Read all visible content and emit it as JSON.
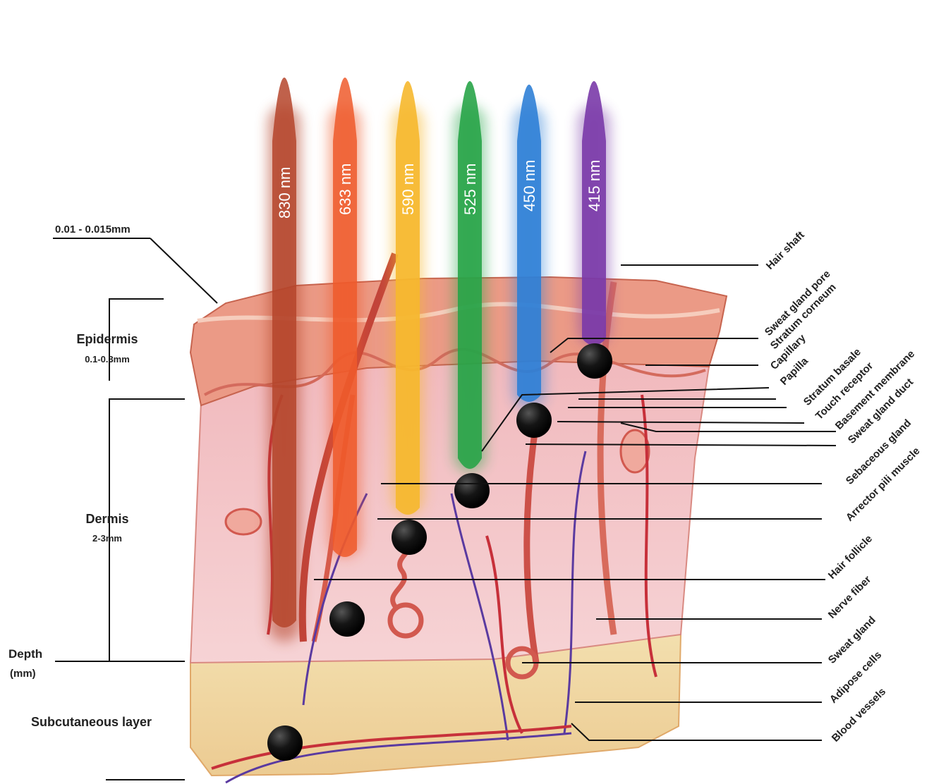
{
  "left_labels": {
    "top_thickness": "0.01 - 0.015mm",
    "epidermis_title": "Epidermis",
    "epidermis_depth": "0.1-0.3mm",
    "dermis_title": "Dermis",
    "dermis_depth": "2-3mm",
    "depth_line1": "Depth",
    "depth_line2": "(mm)",
    "subcutaneous": "Subcutaneous layer"
  },
  "beams": [
    {
      "label": "830 nm",
      "color": "#b5452c"
    },
    {
      "label": "633 nm",
      "color": "#ee5a2c"
    },
    {
      "label": "590 nm",
      "color": "#f6b82e"
    },
    {
      "label": "525 nm",
      "color": "#28a448"
    },
    {
      "label": "450 nm",
      "color": "#2f7fd6"
    },
    {
      "label": "415 nm",
      "color": "#7a3aa8"
    }
  ],
  "structures": [
    "Hair shaft",
    "Sweat gland pore",
    "Stratum corneum",
    "Capillary",
    "Papilla",
    "Stratum basale",
    "Touch receptor",
    "Basement membrane",
    "Sweat gland duct",
    "Sebaceous gland",
    "Arrector pili muscle",
    "Hair follicle",
    "Nerve fiber",
    "Sweat gland",
    "Adipose cells",
    "Blood vessels"
  ],
  "colors": {
    "skin_surface": "#e8907a",
    "dermis": "#f4c7c9",
    "subcutaneous_fat": "#f2d9a6",
    "marker": "#111111"
  }
}
